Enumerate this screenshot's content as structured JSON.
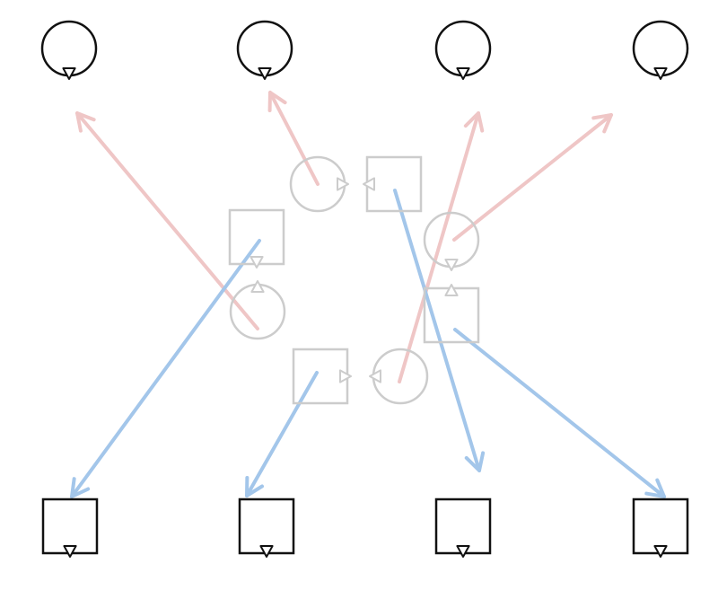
{
  "colors": {
    "background": "#ffffff",
    "target_stroke": "#111111",
    "source_stroke": "#cccccc",
    "circle_arrow": "#efc6c6",
    "square_arrow": "#a3c6ea"
  },
  "diagram": {
    "target_circles": [
      {
        "name": "target-circle-1",
        "icon": "circle-with-down-triangle"
      },
      {
        "name": "target-circle-2",
        "icon": "circle-with-down-triangle"
      },
      {
        "name": "target-circle-3",
        "icon": "circle-with-down-triangle"
      },
      {
        "name": "target-circle-4",
        "icon": "circle-with-down-triangle"
      }
    ],
    "target_squares": [
      {
        "name": "target-square-1",
        "icon": "square-with-down-triangle"
      },
      {
        "name": "target-square-2",
        "icon": "square-with-down-triangle"
      },
      {
        "name": "target-square-3",
        "icon": "square-with-down-triangle"
      },
      {
        "name": "target-square-4",
        "icon": "square-with-down-triangle"
      }
    ],
    "source_circles": [
      {
        "name": "source-circle-top",
        "icon": "circle-with-right-triangle",
        "target": "target-circle-2"
      },
      {
        "name": "source-circle-left",
        "icon": "circle-with-up-triangle",
        "target": "target-circle-1"
      },
      {
        "name": "source-circle-right",
        "icon": "circle-with-down-triangle",
        "target": "target-circle-4"
      },
      {
        "name": "source-circle-bottom",
        "icon": "circle-with-left-triangle",
        "target": "target-circle-3"
      }
    ],
    "source_squares": [
      {
        "name": "source-square-top",
        "icon": "square-with-left-triangle",
        "target": "target-square-3"
      },
      {
        "name": "source-square-left",
        "icon": "square-with-down-triangle",
        "target": "target-square-1"
      },
      {
        "name": "source-square-right",
        "icon": "square-with-up-triangle",
        "target": "target-square-4"
      },
      {
        "name": "source-square-bottom",
        "icon": "square-with-right-triangle",
        "target": "target-square-2"
      }
    ]
  }
}
